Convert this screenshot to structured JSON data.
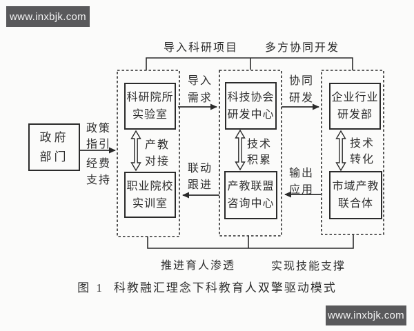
{
  "watermarks": {
    "top_left": "www.inxbjk.com",
    "bottom_right": "www.inxbjk.com"
  },
  "top_flows": {
    "left": "导入科研项目",
    "right": "多方协同开发"
  },
  "bottom_flows": {
    "left": "推进育人渗透",
    "right": "实现技能支撑"
  },
  "caption": {
    "figure_no": "图 1",
    "title": "科教融汇理念下科教育人双擎驱动模式"
  },
  "nodes": {
    "government": {
      "line1": "政府",
      "line2": "部门"
    },
    "research_institute_lab": {
      "line1": "科研院所",
      "line2": "实验室"
    },
    "vocational_training_room": {
      "line1": "职业院校",
      "line2": "实训室"
    },
    "tech_association_rd_center": {
      "line1": "科技协会",
      "line2": "研发中心"
    },
    "industry_education_alliance_center": {
      "line1": "产教联盟",
      "line2": "咨询中心"
    },
    "enterprise_rd_dept": {
      "line1": "企业行业",
      "line2": "研发部"
    },
    "city_industry_education_consortium": {
      "line1": "市域产教",
      "line2": "联合体"
    }
  },
  "edge_labels": {
    "policy_guide": {
      "line1": "政策",
      "line2": "指引"
    },
    "funding_support": {
      "line1": "经费",
      "line2": "支持"
    },
    "import_demand": {
      "line1": "导入",
      "line2": "需求"
    },
    "collaborative_rd": {
      "line1": "协同",
      "line2": "研发"
    },
    "industry_education_docking": {
      "line1": "产教",
      "line2": "对接"
    },
    "technology_accumulation": {
      "line1": "技术",
      "line2": "积累"
    },
    "technology_transformation": {
      "line1": "技术",
      "line2": "转化"
    },
    "linkage_follow_up": {
      "line1": "联动",
      "line2": "跟进"
    },
    "output_application": {
      "line1": "输出",
      "line2": "应用"
    }
  },
  "colors": {
    "line": "#2b2b2b",
    "text": "#2e2e2e",
    "background": "#fbfbfa",
    "watermark_bg": "#59595b",
    "watermark_text": "#f3f3f3"
  }
}
